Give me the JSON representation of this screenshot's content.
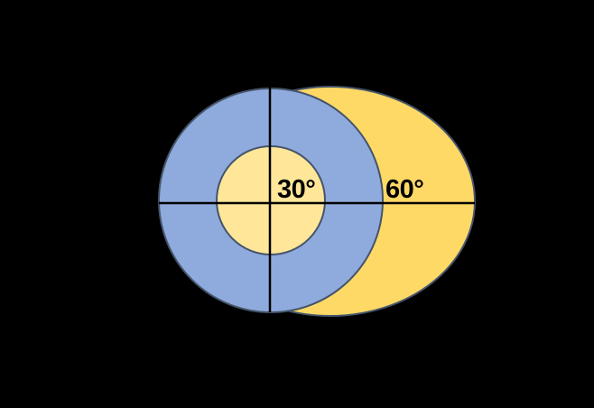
{
  "page": {
    "background_color": "#000000"
  },
  "diagram": {
    "description": "Beamwidth comparison diagram with concentric 30-degree inner circle, blue ring, and offset 60-degree outer lobe over crosshair axes",
    "labels": {
      "inner_angle": "30°",
      "outer_angle": "60°"
    },
    "colors": {
      "blue_ring": "#8FAADC",
      "outer_lobe": "#FFD966",
      "inner_circle": "#FFE699",
      "axis": "#000000",
      "outline": "#44546A"
    }
  }
}
